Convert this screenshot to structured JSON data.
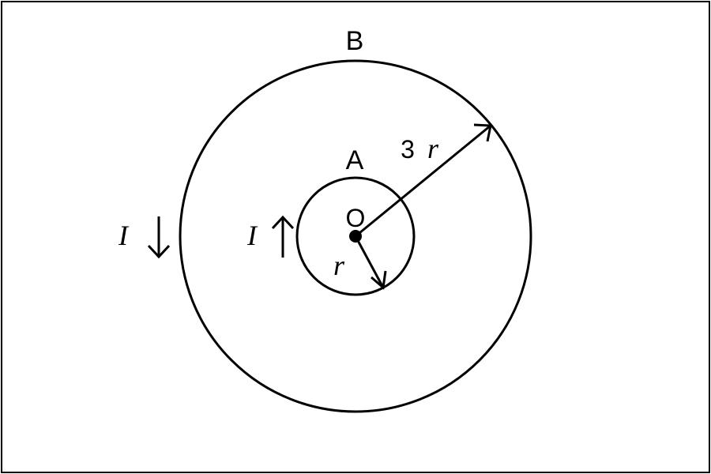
{
  "diagram": {
    "outer_loop_label": "B",
    "inner_loop_label": "A",
    "center_label": "O",
    "outer_radius_label": {
      "coefficient": "3",
      "symbol": "r"
    },
    "inner_radius_label": "r",
    "outer_current": {
      "symbol": "I",
      "direction": "down"
    },
    "inner_current": {
      "symbol": "I",
      "direction": "up"
    },
    "colors": {
      "stroke": "#000000",
      "background": "#ffffff"
    }
  }
}
